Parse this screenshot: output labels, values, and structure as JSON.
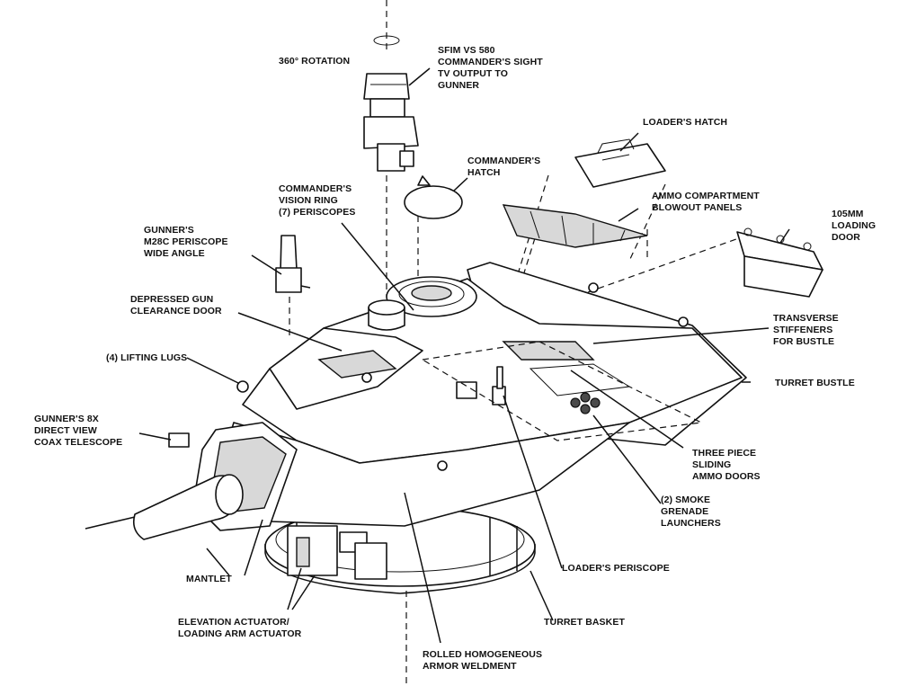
{
  "labels": {
    "rotation": "360° ROTATION",
    "sight": "SFIM VS 580\nCOMMANDER'S SIGHT\nTV OUTPUT TO\nGUNNER",
    "loaders_hatch": "LOADER'S HATCH",
    "commanders_hatch": "COMMANDER'S\nHATCH",
    "vision_ring": "COMMANDER'S\nVISION RING\n(7) PERISCOPES",
    "blowout_panels": "AMMO COMPARTMENT\nBLOWOUT PANELS",
    "loading_door": "105MM\nLOADING\nDOOR",
    "gunners_periscope": "GUNNER'S\nM28C PERISCOPE\nWIDE ANGLE",
    "clearance_door": "DEPRESSED GUN\nCLEARANCE DOOR",
    "stiffeners": "TRANSVERSE\nSTIFFENERS\nFOR BUSTLE",
    "lifting_lugs": "(4) LIFTING LUGS",
    "turret_bustle": "TURRET BUSTLE",
    "coax_telescope": "GUNNER'S 8X\nDIRECT VIEW\nCOAX TELESCOPE",
    "ammo_doors": "THREE PIECE\nSLIDING\nAMMO DOORS",
    "smoke_launchers": "(2) SMOKE\nGRENADE\nLAUNCHERS",
    "mantlet": "MANTLET",
    "loaders_periscope": "LOADER'S PERISCOPE",
    "elevation_actuator": "ELEVATION ACTUATOR/\nLOADING ARM ACTUATOR",
    "turret_basket": "TURRET BASKET",
    "armor": "ROLLED HOMOGENEOUS\nARMOR WELDMENT"
  }
}
